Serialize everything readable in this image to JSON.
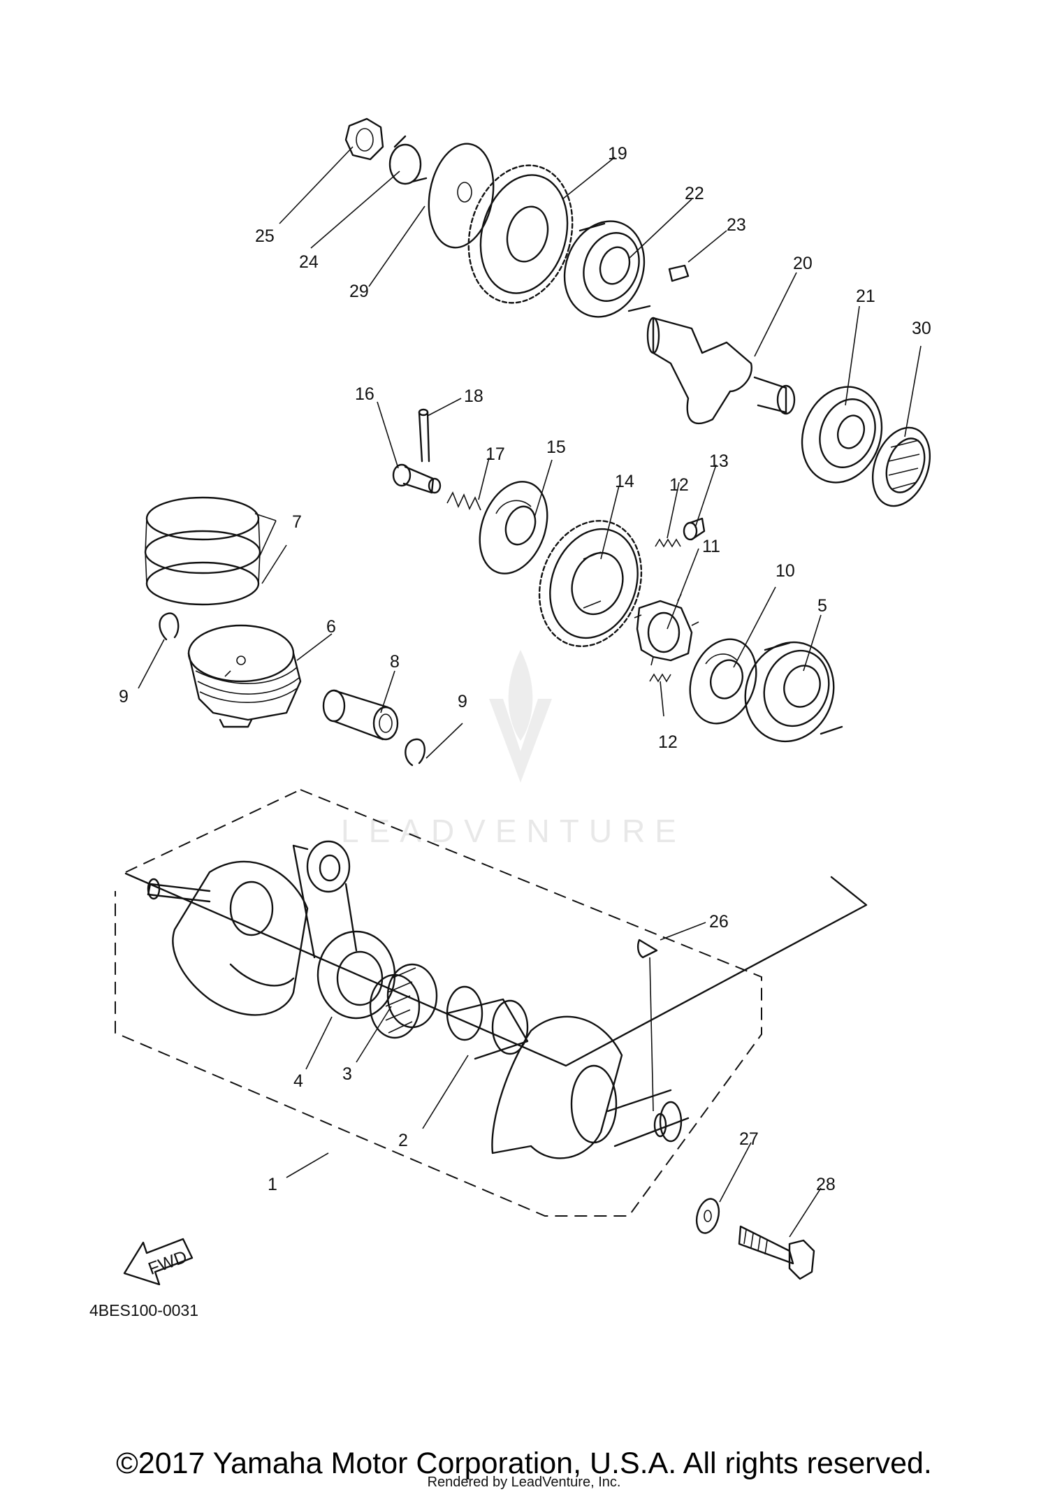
{
  "diagram": {
    "watermark": "LEADVENTURE",
    "fwd_label": "FWD",
    "diagram_code": "4BES100-0031",
    "copyright": "©2017 Yamaha Motor Corporation, U.S.A. All rights reserved.",
    "rendered_by": "Rendered by LeadVenture, Inc.",
    "callouts": [
      "1",
      "2",
      "3",
      "4",
      "5",
      "6",
      "7",
      "8",
      "9",
      "9",
      "10",
      "11",
      "12",
      "12",
      "13",
      "14",
      "15",
      "16",
      "17",
      "18",
      "19",
      "20",
      "21",
      "22",
      "23",
      "24",
      "25",
      "26",
      "27",
      "28",
      "29",
      "30"
    ]
  }
}
